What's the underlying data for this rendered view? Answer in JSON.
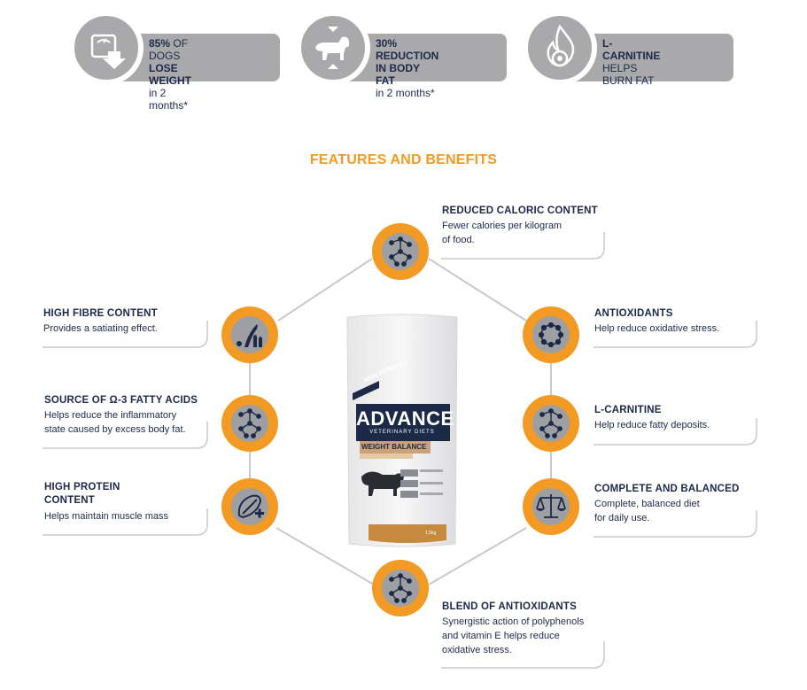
{
  "badges": [
    {
      "line1_bold": "85%",
      "line1_rest": " OF DOGS",
      "line2": "LOSE WEIGHT",
      "line3": "in 2 months*",
      "icon": "scale-icon"
    },
    {
      "line1_bold": "30% REDUCTION",
      "line1_rest": "",
      "line2": "IN BODY FAT",
      "line3": "in 2 months*",
      "icon": "dog-icon"
    },
    {
      "line1_bold": "L-CARNITINE",
      "line1_rest": "",
      "line2": "HELPS",
      "line3": "BURN FAT",
      "icon": "flame-gear-icon"
    }
  ],
  "heading": "FEATURES AND BENEFITS",
  "features": {
    "caloric": {
      "title": "REDUCED CALORIC CONTENT",
      "desc1": "Fewer calories per kilogram",
      "desc2": "of food."
    },
    "fibre": {
      "title": "HIGH FIBRE CONTENT",
      "desc1": "Provides a satiating effect."
    },
    "omega": {
      "title": "SOURCE OF Ω-3 FATTY ACIDS",
      "desc1": "Helps reduce the inflammatory",
      "desc2": "state caused by excess body fat."
    },
    "protein": {
      "title1": "HIGH PROTEIN",
      "title2": "CONTENT",
      "desc1": "Helps maintain muscle mass"
    },
    "antioxidants": {
      "title": "ANTIOXIDANTS",
      "desc1": "Help reduce oxidative stress."
    },
    "carnitine": {
      "title": "L-CARNITINE",
      "desc1": "Help reduce fatty deposits."
    },
    "balanced": {
      "title": "COMPLETE AND BALANCED",
      "desc1": "Complete, balanced diet",
      "desc2": "for daily use."
    },
    "blend": {
      "title": "BLEND OF ANTIOXIDANTS",
      "desc1": "Synergistic action of polyphenols",
      "desc2": "and vitamin E helps reduce",
      "desc3": "oxidative stress."
    }
  },
  "bag": {
    "brand": "ADVANCE",
    "sub": "VETERINARY DIETS",
    "product": "WEIGHT BALANCE",
    "ribbon": "NEW FORMULA",
    "weight": "1,5kg"
  },
  "colors": {
    "orange": "#f39a25",
    "grey": "#a9a9ab",
    "navy": "#1c2a48"
  }
}
